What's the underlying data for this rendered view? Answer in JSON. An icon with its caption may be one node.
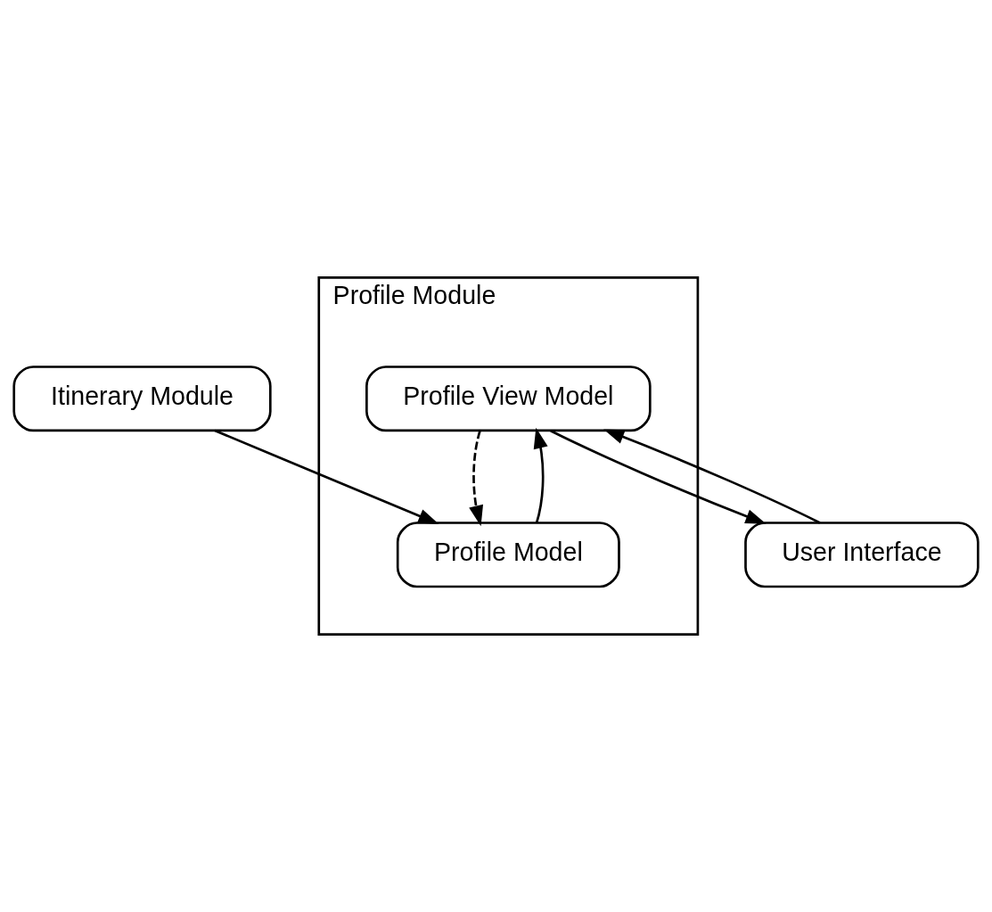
{
  "diagram": {
    "nodes": [
      {
        "text": [
          "Profile Module"
        ]
      },
      {
        "text": [
          "User Interface"
        ]
      },
      {
        "text": [
          "Profile View Model"
        ],
        "in": 0
      },
      {
        "text": [
          "Profile Model"
        ],
        "in": 0
      },
      {
        "text": [
          "Itinerary Module"
        ]
      }
    ],
    "edges": [
      {
        "from": 1,
        "to": 2,
        "arrow": "to"
      },
      {
        "from": 2,
        "to": 1,
        "arrow": "to"
      },
      {
        "from": 3,
        "to": 2,
        "arrow": "to"
      },
      {
        "from": 2,
        "to": 3,
        "arrow": "to",
        "style": "dashed"
      },
      {
        "from": 4,
        "to": 3,
        "arrow": "to"
      }
    ]
  }
}
